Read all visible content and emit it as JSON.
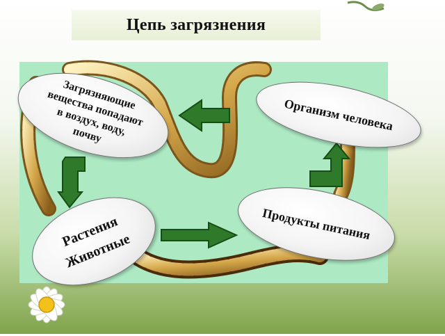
{
  "title": "Цепь загрязнения",
  "nodes": {
    "pollutants": [
      "Загрязняющие",
      "вещества попадают",
      "в воздух, воду,",
      "почву"
    ],
    "human": "Организм человека",
    "food": "Продукты питания",
    "plants": [
      "Растения",
      "Животные"
    ]
  },
  "colors": {
    "panel": "#adeac4",
    "arrow_fill": "#2e7a2a",
    "arrow_dark": "#174d15",
    "chain_gold": "#d9b25c"
  }
}
